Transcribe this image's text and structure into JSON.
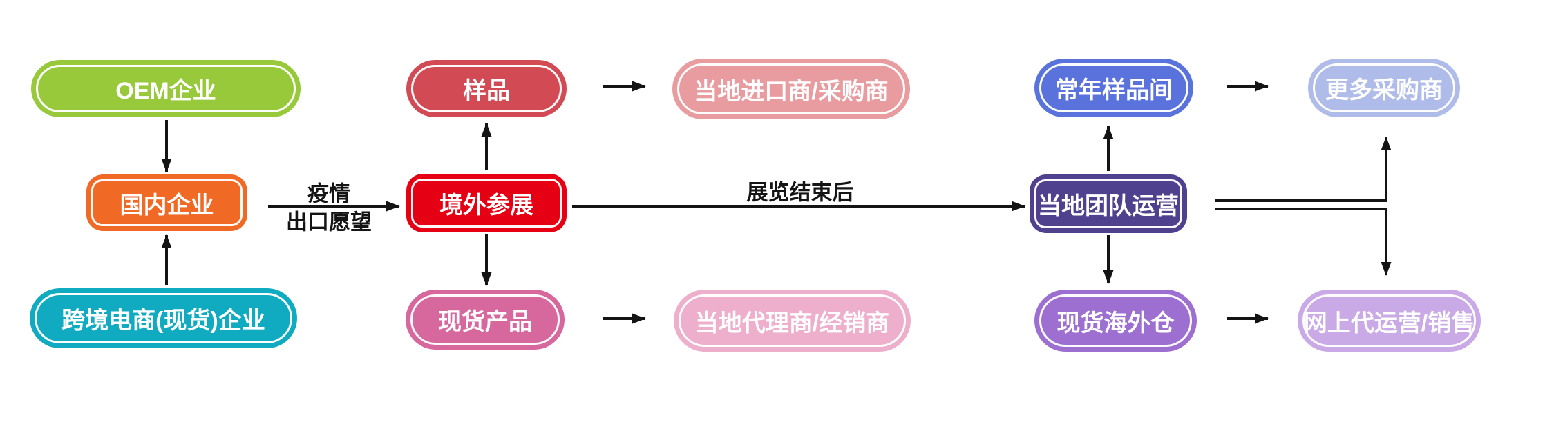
{
  "nodes": {
    "oem": {
      "label": "OEM企业",
      "color": "#97C93B"
    },
    "domestic": {
      "label": "国内企业",
      "color": "#F06A26"
    },
    "crossborder": {
      "label": "跨境电商(现货)企业",
      "color": "#10ABC0"
    },
    "sample": {
      "label": "样品",
      "color": "#D24A53"
    },
    "exhibition": {
      "label": "境外参展",
      "color": "#E60014"
    },
    "spot_product": {
      "label": "现货产品",
      "color": "#D6689E"
    },
    "local_importer": {
      "label": "当地进口商/采购商",
      "color": "#E89CA0"
    },
    "local_agent": {
      "label": "当地代理商/经销商",
      "color": "#EDAFCC"
    },
    "showroom": {
      "label": "常年样品间",
      "color": "#5A72DB"
    },
    "local_team": {
      "label": "当地团队运营",
      "color": "#50418F"
    },
    "warehouse": {
      "label": "现货海外仓",
      "color": "#9C6FD0"
    },
    "more_buyers": {
      "label": "更多采购商",
      "color": "#AFBBE8"
    },
    "online_sales": {
      "label": "网上代运营/销售",
      "color": "#C9A9E6"
    }
  },
  "edge_labels": {
    "pandemic": "疫情",
    "export_wish": "出口愿望",
    "after_exhibition": "展览结束后"
  },
  "arrow_color": "#141414"
}
